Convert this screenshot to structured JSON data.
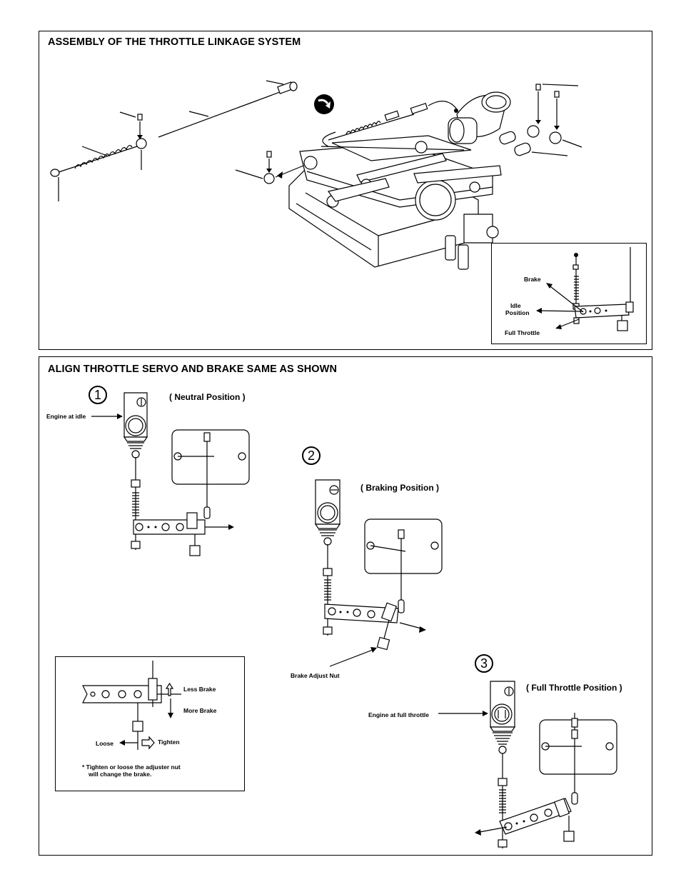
{
  "assembly": {
    "title": "ASSEMBLY OF THE THROTTLE LINKAGE SYSTEM",
    "inset": {
      "brake": "Brake",
      "idle_position_line1": "Idle",
      "idle_position_line2": "Position",
      "full_throttle": "Full Throttle"
    }
  },
  "align": {
    "title": "ALIGN THROTTLE SERVO AND BRAKE SAME AS SHOWN",
    "step1": {
      "number": "1",
      "caption": "( Neutral Position )",
      "callout": "Engine at idle"
    },
    "step2": {
      "number": "2",
      "caption": "( Braking Position )",
      "callout": "Brake Adjust Nut"
    },
    "step3": {
      "number": "3",
      "caption": "( Full Throttle Position )",
      "callout": "Engine at full throttle"
    },
    "adjust_box": {
      "less_brake": "Less Brake",
      "more_brake": "More Brake",
      "loose": "Loose",
      "tighten": "Tighten",
      "note_line1": "* Tighten or loose the adjuster nut",
      "note_line2": "will change the brake."
    }
  }
}
